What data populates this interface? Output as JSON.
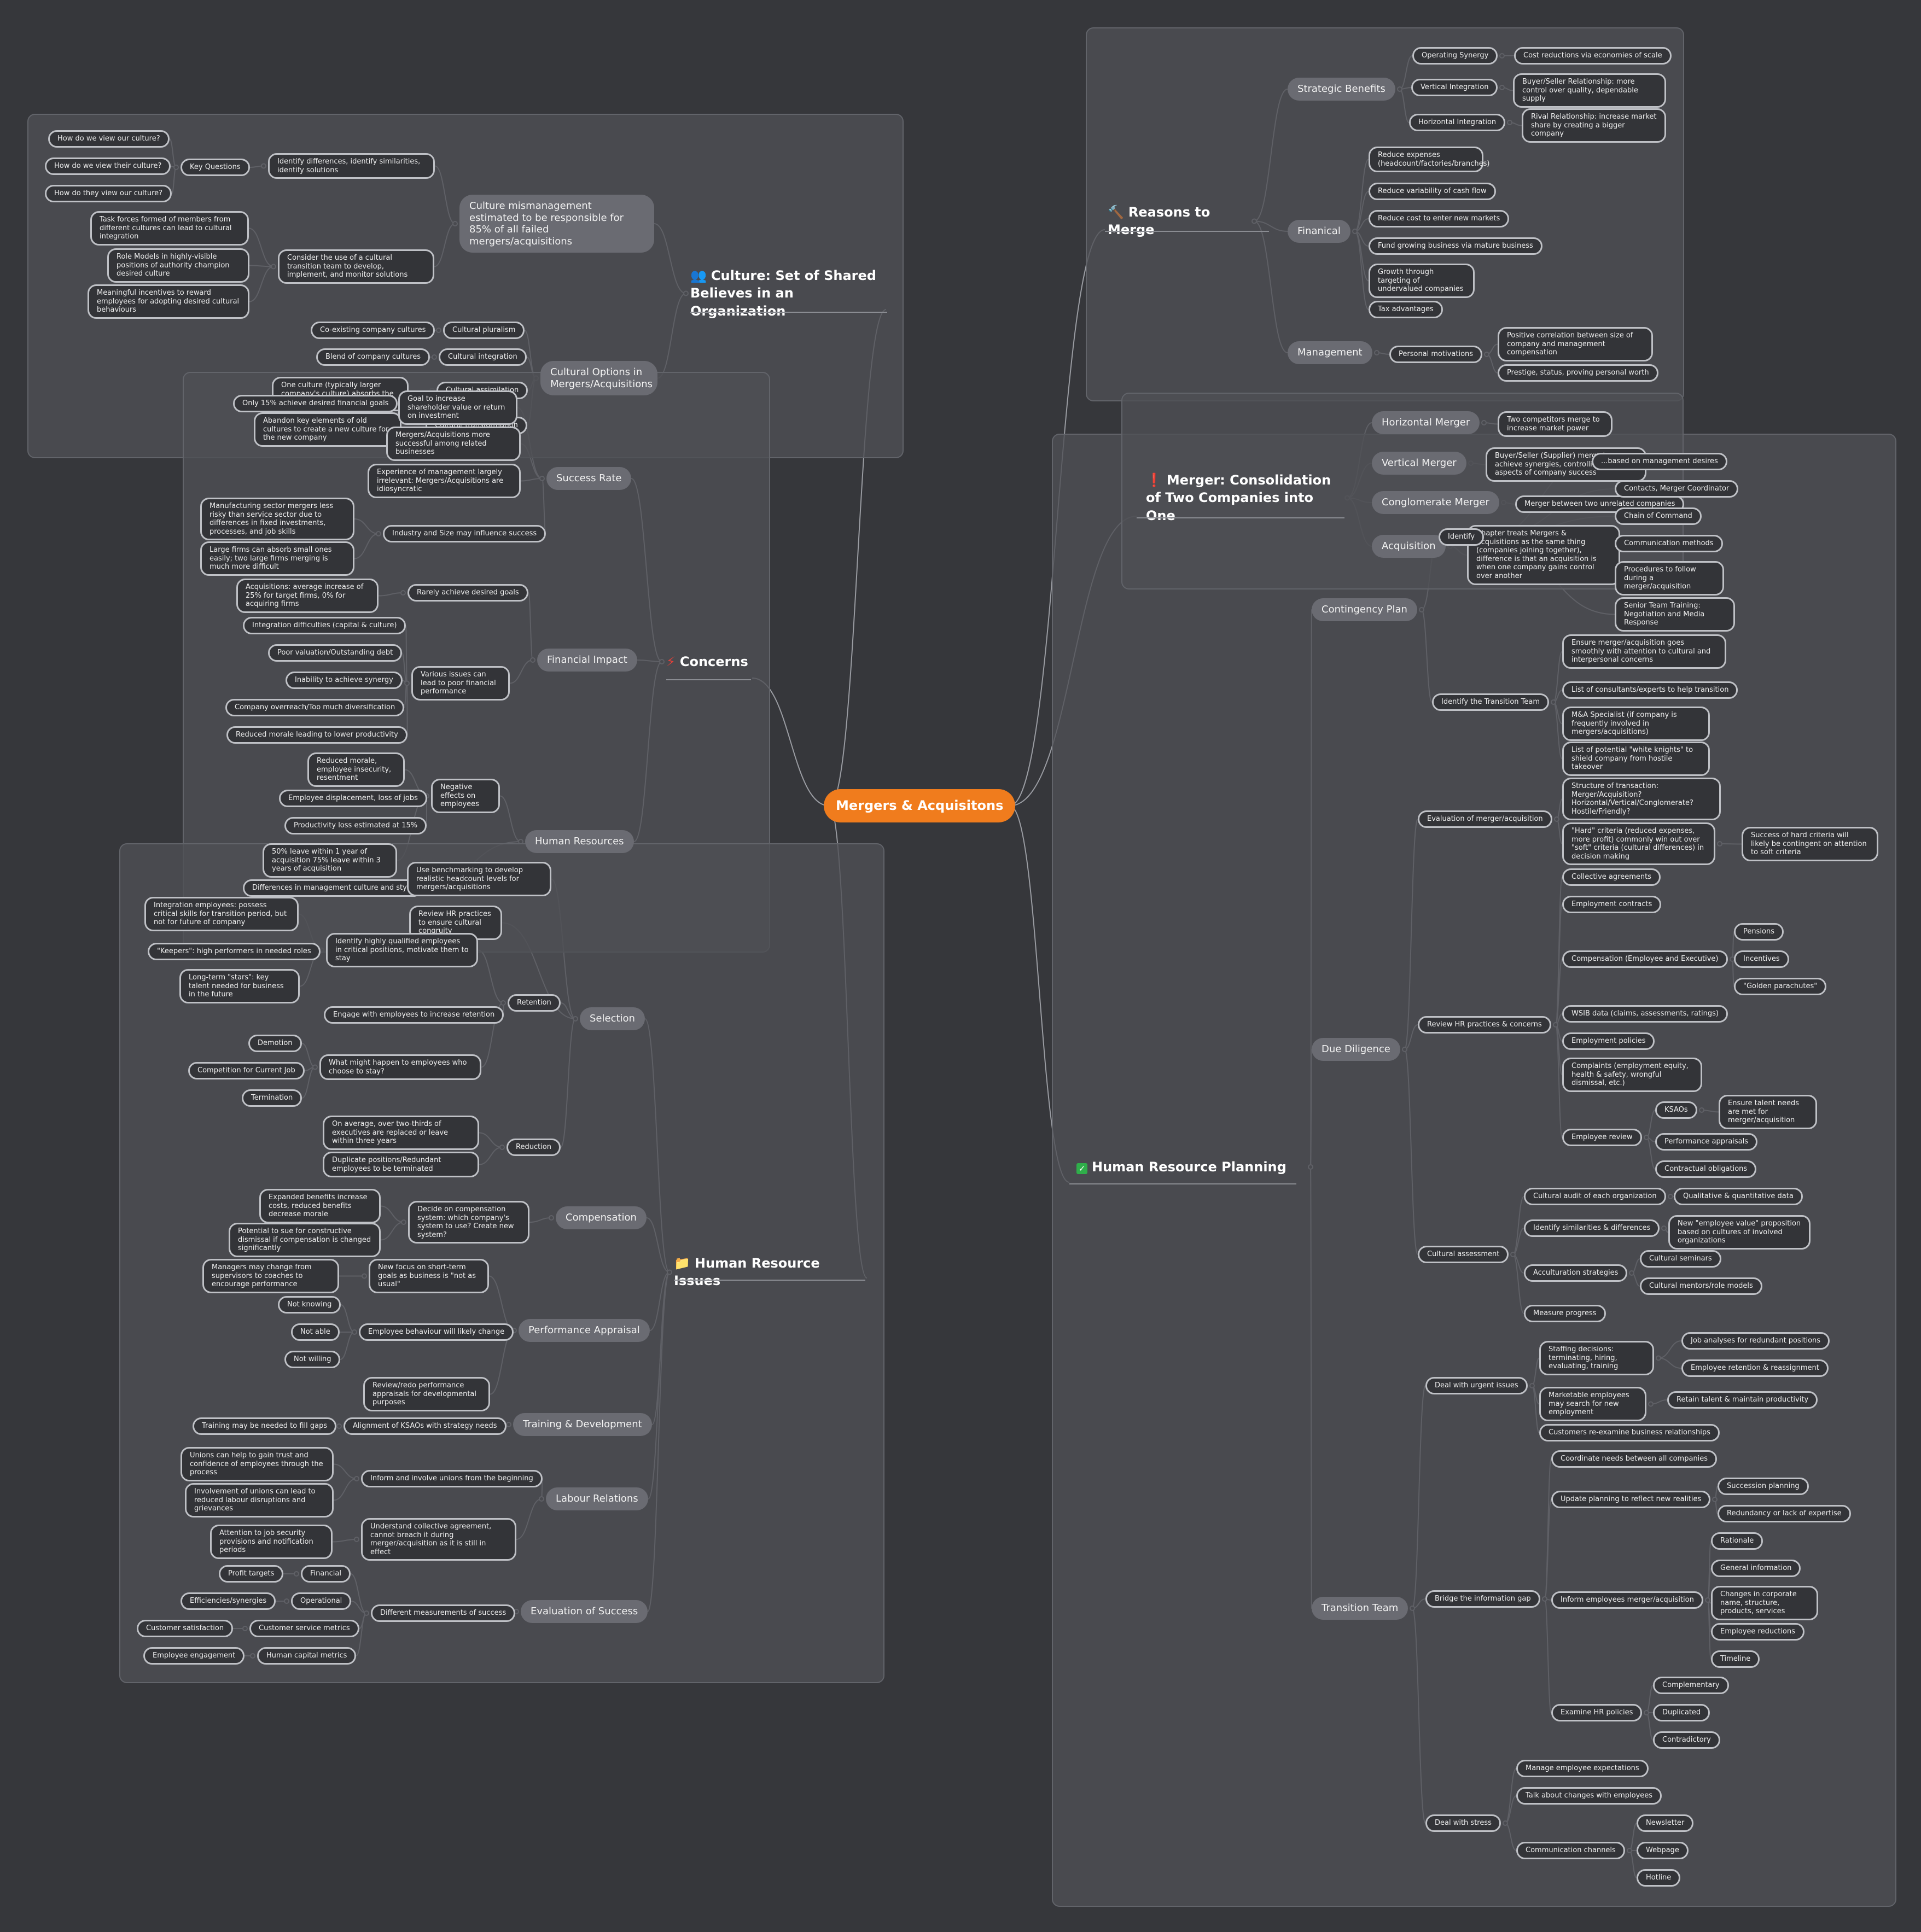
{
  "root": "Mergers & Acquisitons",
  "branches": {
    "culture": {
      "title": "Culture: Set of Shared Believes in an Organization",
      "icon": "people-icon",
      "mismanagement": "Culture mismanagement estimated to be responsible for 85% of all failed mergers/acquisitions",
      "identify": "Identify differences, identify similarities, identify solutions",
      "key_questions": "Key Questions",
      "q1": "How do we view our culture?",
      "q2": "How do we view their culture?",
      "q3": "How do they view our culture?",
      "transition_team": "Consider the use of a cultural transition team to develop, implement, and monitor solutions",
      "task_forces": "Task forces formed of members from different cultures can lead to cultural integration",
      "role_models": "Role Models in highly-visible positions of authority champion desired culture",
      "incentives": "Meaningful incentives to reward employees for adopting desired cultural behaviours",
      "options": "Cultural Options in Mergers/Acquisitions",
      "pluralism": "Cultural pluralism",
      "coexisting": "Co-existing company cultures",
      "integration": "Cultural integration",
      "blend": "Blend of company cultures",
      "assimilation": "Cultural assimilation",
      "one_culture": "One culture (typically larger company's culture) absorbs the other",
      "transformation": "Cultural transformation",
      "abandon": "Abandon key elements of old cultures to create a new culture for the new company"
    },
    "concerns": {
      "title": "Concerns",
      "icon": "lightning-icon",
      "success_rate": "Success Rate",
      "only15": "Only 15% achieve desired financial goals",
      "goal": "Goal to increase shareholder value or return on investment",
      "related": "Mergers/Acquisitions more successful among related businesses",
      "experience": "Experience of management largely irrelevant: Mergers/Acquisitions are idiosyncratic",
      "industry": "Industry and Size may influence success",
      "manufacturing": "Manufacturing sector mergers less risky than service sector due to differences in fixed investments, processes, and job skills",
      "large_firms": "Large firms can absorb small ones easily; two large firms merging is much more difficult",
      "financial": "Financial Impact",
      "rarely": "Rarely achieve desired goals",
      "acquisitions_avg": "Acquisitions: average increase of 25% for target firms, 0% for acquiring firms",
      "various": "Various issues can lead to poor financial performance",
      "fi1": "Integration difficulties (capital & culture)",
      "fi2": "Poor valuation/Outstanding debt",
      "fi3": "Inability to achieve synergy",
      "fi4": "Company overreach/Too much diversification",
      "fi5": "Reduced morale leading to lower productivity",
      "hr": "Human Resources",
      "negative": "Negative effects on employees",
      "ne1": "Reduced morale, employee insecurity, resentment",
      "ne2": "Employee displacement, loss of jobs",
      "ne3": "Productivity loss estimated at 15%",
      "leave": "50% leave within 1 year of acquisition 75% leave within 3 years of acquisition",
      "differences": "Differences in management culture and style"
    },
    "hr_issues": {
      "title": "Human Resource Issues",
      "icon": "folder-icon",
      "selection": "Selection",
      "benchmarking": "Use benchmarking to develop realistic headcount levels for mergers/acquisitions",
      "review_hr": "Review HR practices to ensure cultural congruity",
      "retention": "Retention",
      "identify_qualified": "Identify highly qualified employees in critical positions, motivate them to stay",
      "integration_emp": "Integration employees: possess critical skills for transition period, but not for future of company",
      "keepers": "\"Keepers\": high performers in needed roles",
      "stars": "Long-term \"stars\": key talent needed for business in the future",
      "engage": "Engage with employees to increase retention",
      "what_might": "What might happen to employees who choose to stay?",
      "demotion": "Demotion",
      "competition": "Competition for Current Job",
      "termination": "Termination",
      "reduction": "Reduction",
      "two_thirds": "On average, over two-thirds of executives are replaced or leave within three years",
      "duplicate": "Duplicate positions/Redundant employees to be terminated",
      "compensation": "Compensation",
      "decide": "Decide on compensation system: which company's system to use? Create new system?",
      "expanded": "Expanded benefits increase costs, reduced benefits decrease morale",
      "sue": "Potential to sue for constructive dismissal if compensation is changed significantly",
      "perf": "Performance Appraisal",
      "new_focus": "New focus on short-term goals as business is \"not as usual\"",
      "managers": "Managers may change from supervisors to coaches to encourage performance",
      "behaviour": "Employee behaviour will likely change",
      "not_knowing": "Not knowing",
      "not_able": "Not able",
      "not_willing": "Not willing",
      "redo": "Review/redo performance appraisals for developmental purposes",
      "training": "Training & Development",
      "alignment": "Alignment of KSAOs with strategy needs",
      "fill_gaps": "Training may be needed to fill gaps",
      "labour": "Labour Relations",
      "inform_unions": "Inform and involve unions from the beginning",
      "unions_help": "Unions can help to gain trust and confidence of employees through the process",
      "involvement": "Involvement of unions can lead to reduced labour disruptions and grievances",
      "understand": "Understand collective agreement, cannot breach it during merger/acquisition as it is still in effect",
      "attention": "Attention to job security provisions and notification periods",
      "evaluation": "Evaluation of Success",
      "measurements": "Different measurements of success",
      "financial": "Financial",
      "profit": "Profit targets",
      "operational": "Operational",
      "efficiencies": "Efficiencies/synergies",
      "csm": "Customer service metrics",
      "cust_sat": "Customer satisfaction",
      "hcm": "Human capital metrics",
      "engagement": "Employee engagement"
    },
    "reasons": {
      "title": "Reasons to Merge",
      "icon": "hammer-icon",
      "strategic": "Strategic Benefits",
      "op_synergy": "Operating Synergy",
      "cost_red": "Cost reductions via economies of scale",
      "vertical": "Vertical Integration",
      "buyer": "Buyer/Seller Relationship: more control over quality, dependable supply",
      "horizontal": "Horizontal Integration",
      "rival": "Rival Relationship: increase market share by creating a bigger company",
      "financial": "Finanical",
      "f1": "Reduce expenses (headcount/factories/branches)",
      "f2": "Reduce variability of cash flow",
      "f3": "Reduce cost to enter new markets",
      "f4": "Fund growing business via mature business",
      "f5": "Growth through targeting of undervalued companies",
      "f6": "Tax advantages",
      "management": "Management",
      "personal": "Personal motivations",
      "m1": "Positive correlation between size of company and management compensation",
      "m2": "Prestige, status, proving personal worth"
    },
    "merger": {
      "title": "Merger: Consolidation of Two Companies into One",
      "icon": "exclamation-icon",
      "horizontal": "Horizontal Merger",
      "h1": "Two competitors merge to increase market power",
      "vertical": "Vertical Merger",
      "v1": "Buyer/Seller (Supplier) merge to achieve synergies, controlling all aspects of company success",
      "conglomerate": "Conglomerate Merger",
      "c1": "Merger between two unrelated companies",
      "acquisition": "Acquisition",
      "a1": "Chapter treats Mergers & Acquisitions as the same thing (companies joining together), difference is that an acquisition is when one company gains control over another"
    },
    "hrp": {
      "title": "Human Resource Planning",
      "icon": "check-icon",
      "contingency": "Contingency Plan",
      "identify_partial": "Identify",
      "based_on": "...based on management desires",
      "contacts": "Contacts, Merger Coordinator",
      "chain": "Chain of Command",
      "comm_methods": "Communication methods",
      "procedures": "Procedures to follow during a merger/acquisition",
      "senior": "Senior Team Training: Negotiation and Media Response",
      "identify_team": "Identify the Transition Team",
      "t1": "Ensure merger/acquisition goes smoothly with attention to cultural and interpersonal concerns",
      "t2": "List of consultants/experts to help transition",
      "t3": "M&A Specialist (if company is frequently involved in mergers/acquisitions)",
      "t4": "List of potential \"white knights\" to shield company from hostile takeover",
      "due": "Due Diligence",
      "eval": "Evaluation of merger/acquisition",
      "structure": "Structure of transaction: Merger/Acquisition? Horizontal/Vertical/Conglomerate? Hostile/Friendly?",
      "hard": "\"Hard\" criteria (reduced expenses, more profit) commonly win out over \"soft\" criteria (cultural differences) in decision making",
      "success_hard": "Success of hard criteria will likely be contingent on attention to soft criteria",
      "review": "Review HR practices & concerns",
      "r1": "Collective agreements",
      "r2": "Employment contracts",
      "r3": "Compensation (Employee and Executive)",
      "pensions": "Pensions",
      "incentives": "Incentives",
      "golden": "\"Golden parachutes\"",
      "r4": "WSIB data (claims, assessments, ratings)",
      "r5": "Employment policies",
      "r6": "Complaints (employment equity, health & safety, wrongful dismissal, etc.)",
      "r7": "Employee review",
      "ksaos": "KSAOs",
      "talent": "Ensure talent needs are met for merger/acquisition",
      "appraisals": "Performance appraisals",
      "contractual": "Contractual obligations",
      "cultural_assess": "Cultural assessment",
      "audit": "Cultural audit of each organization",
      "qual": "Qualitative & quantitative data",
      "sim": "Identify similarities & differences",
      "evp": "New \"employee value\" proposition based on cultures of involved organizations",
      "accult": "Acculturation strategies",
      "seminars": "Cultural seminars",
      "mentors": "Cultural mentors/role models",
      "measure": "Measure progress",
      "transition": "Transition Team",
      "urgent": "Deal with urgent issues",
      "staffing": "Staffing decisions: terminating, hiring, evaluating, training",
      "job_analyses": "Job analyses for redundant positions",
      "retention": "Employee retention & reassignment",
      "marketable": "Marketable employees may search for new employment",
      "retain": "Retain talent & maintain productivity",
      "customers": "Customers re-examine business relationships",
      "bridge": "Bridge the information gap",
      "coordinate": "Coordinate needs between all companies",
      "update": "Update planning to reflect new realities",
      "succession": "Succession planning",
      "redundancy": "Redundancy or lack of expertise",
      "inform": "Inform employees merger/acquisition",
      "rationale": "Rationale",
      "general": "General information",
      "changes": "Changes in corporate name, structure, products, services",
      "reductions": "Employee reductions",
      "timeline": "Timeline",
      "examine": "Examine HR policies",
      "complementary": "Complementary",
      "duplicated": "Duplicated",
      "contradictory": "Contradictory",
      "stress": "Deal with stress",
      "expectations": "Manage employee expectations",
      "talk": "Talk about changes with employees",
      "channels": "Communication channels",
      "newsletter": "Newsletter",
      "webpage": "Webpage",
      "hotline": "Hotline"
    }
  },
  "colors": {
    "background": "#36373b",
    "root": "#f07c1d",
    "leaf_border": "#bfc1c6",
    "sub": "#6a6b72"
  }
}
